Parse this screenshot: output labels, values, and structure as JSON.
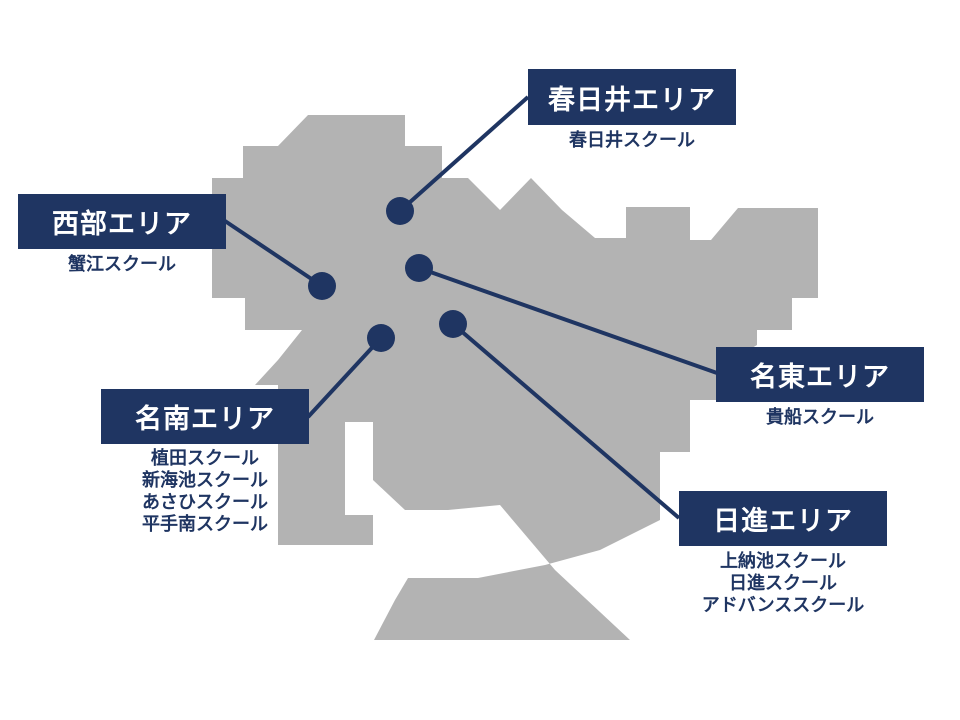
{
  "colors": {
    "map_fill": "#b3b3b3",
    "accent": "#1f3562",
    "background": "#ffffff"
  },
  "areas": [
    {
      "id": "kasugai",
      "label": "春日井エリア",
      "schools": [
        "春日井スクール"
      ]
    },
    {
      "id": "seibu",
      "label": "西部エリア",
      "schools": [
        "蟹江スクール"
      ]
    },
    {
      "id": "meito",
      "label": "名東エリア",
      "schools": [
        "貴船スクール"
      ]
    },
    {
      "id": "meinan",
      "label": "名南エリア",
      "schools": [
        "植田スクール",
        "新海池スクール",
        "あさひスクール",
        "平手南スクール"
      ]
    },
    {
      "id": "nisshin",
      "label": "日進エリア",
      "schools": [
        "上納池スクール",
        "日進スクール",
        "アドバンススクール"
      ]
    }
  ]
}
